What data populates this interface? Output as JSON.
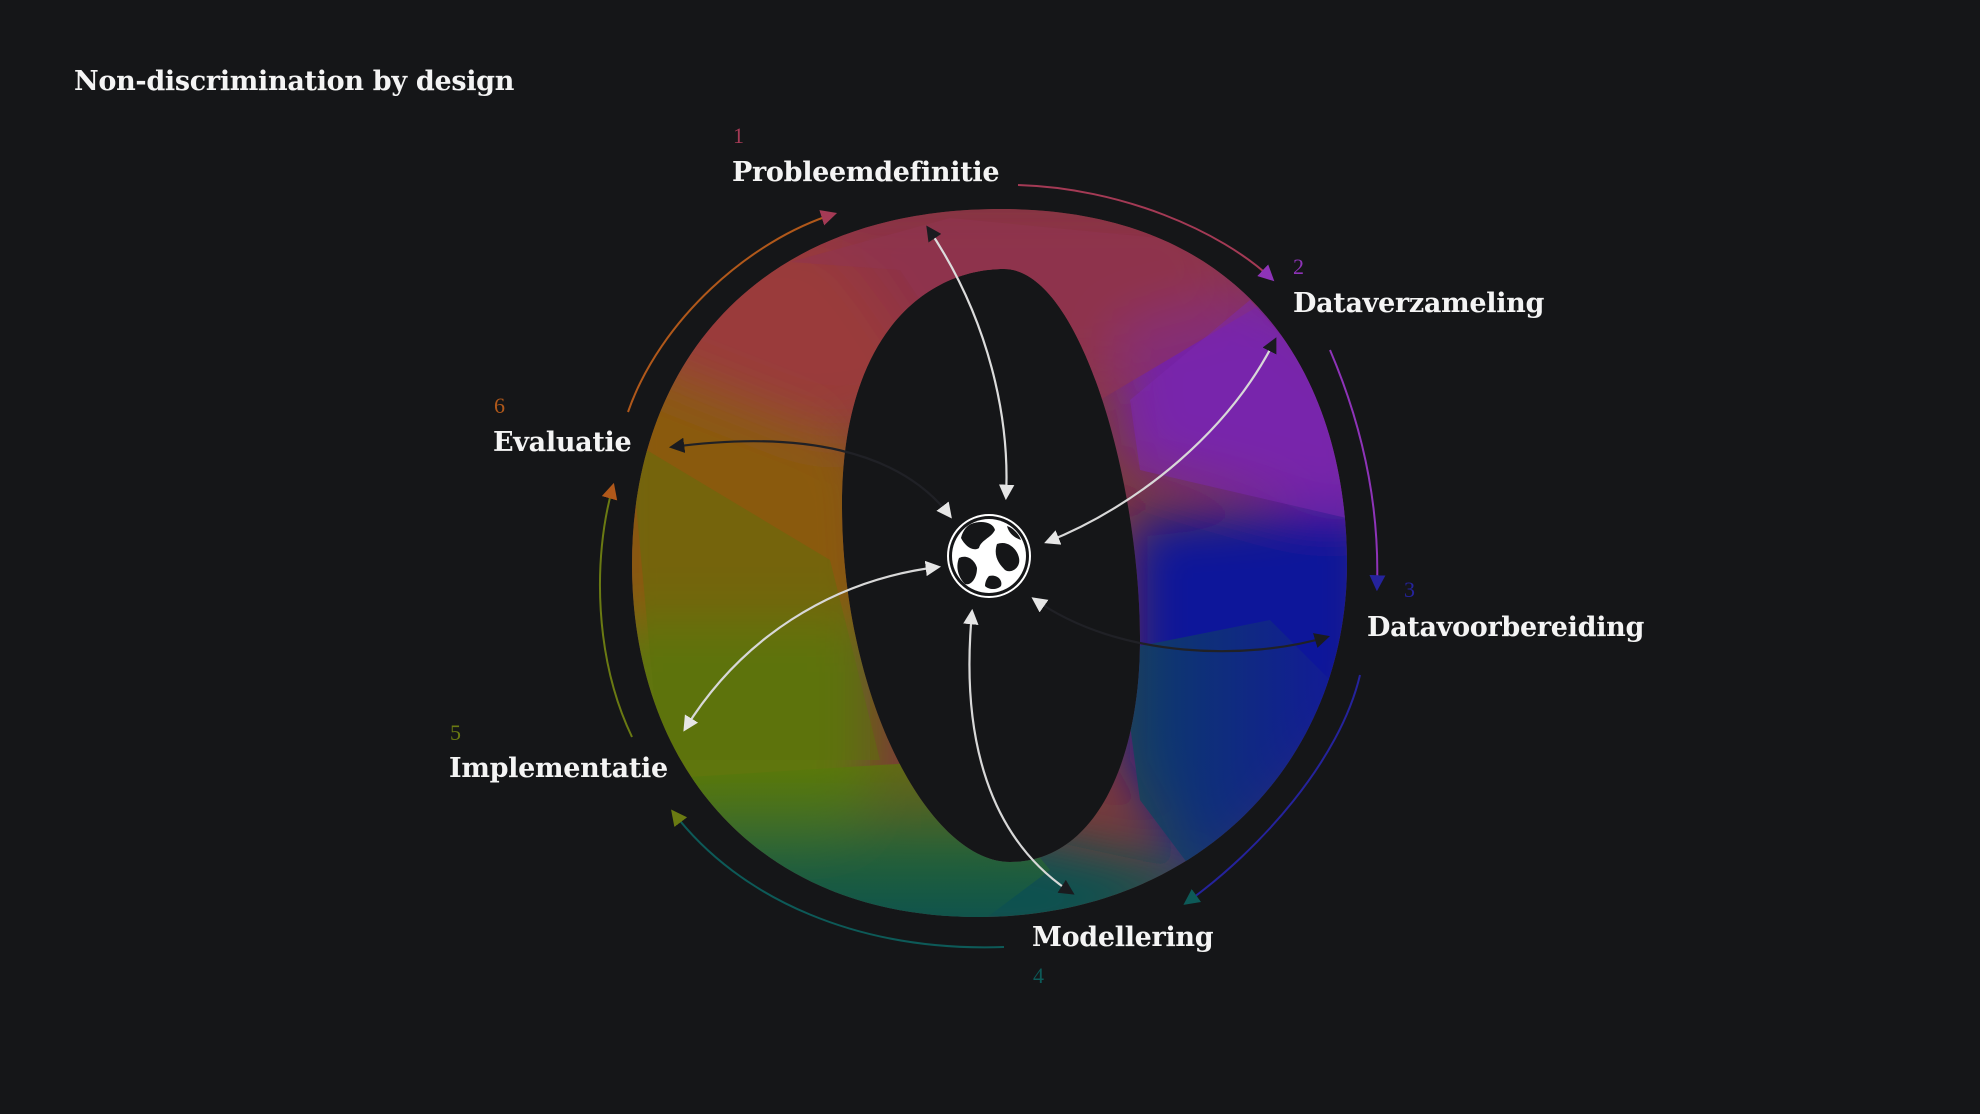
{
  "title": "Non-discrimination by design",
  "center_icon": "globe-icon",
  "stages": [
    {
      "number": "1",
      "label": "Probleemdefinitie",
      "color": "#a43a55"
    },
    {
      "number": "2",
      "label": "Dataverzameling",
      "color": "#8e33b8"
    },
    {
      "number": "3",
      "label": "Datavoorbereiding",
      "color": "#25239c"
    },
    {
      "number": "4",
      "label": "Modellering",
      "color": "#0d5a58"
    },
    {
      "number": "5",
      "label": "Implementatie",
      "color": "#6a7a12"
    },
    {
      "number": "6",
      "label": "Evaluatie",
      "color": "#b0581a"
    }
  ]
}
